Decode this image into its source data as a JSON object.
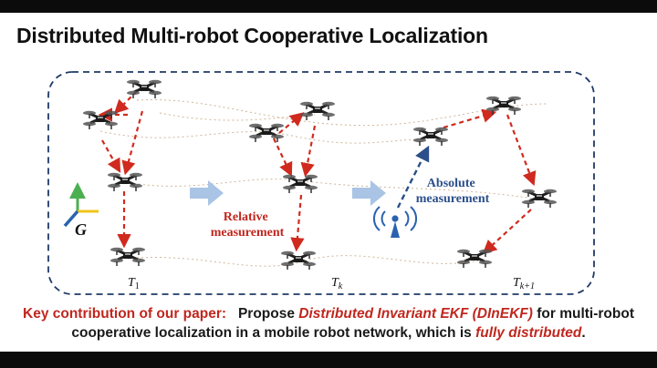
{
  "title": "Distributed Multi-robot Cooperative Localization",
  "frame_label": "G",
  "time_labels": {
    "t1_base": "T",
    "t1_sub": "1",
    "tk_base": "T",
    "tk_sub": "k",
    "tk1_base": "T",
    "tk1_sub": "k+1"
  },
  "relative_label": [
    "Relative",
    "measurement"
  ],
  "absolute_label": [
    "Absolute",
    "measurement"
  ],
  "colors": {
    "frame_border": "#1f3a66",
    "relative": "#d02a1f",
    "absolute": "#2b4f8a",
    "process_arrow": "#a9c4e4",
    "axis_x": "#f0c419",
    "axis_y": "#4caf50",
    "axis_z": "#2a62b0",
    "highlight": "#c0271e"
  },
  "footer": {
    "key_label": "Key contribution of our paper:",
    "propose": "Propose",
    "method": "Distributed Invariant EKF (DInEKF)",
    "for_text": "for multi-robot",
    "line2_start": "cooperative localization in a mobile robot network, which is",
    "fully": "fully distributed",
    "period": "."
  }
}
